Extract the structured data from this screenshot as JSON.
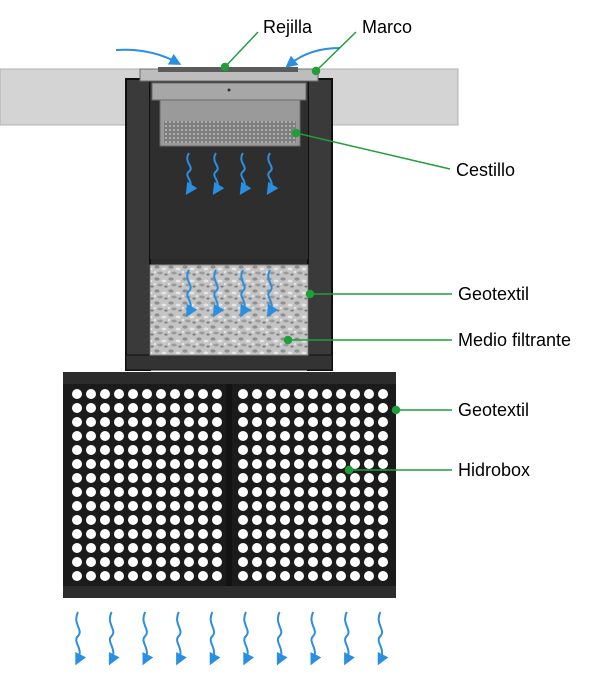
{
  "diagram": {
    "labels": {
      "rejilla": "Rejilla",
      "marco": "Marco",
      "cestillo": "Cestillo",
      "geotextil_upper": "Geotextil",
      "medio_filtrante": "Medio filtrante",
      "geotextil_lower": "Geotextil",
      "hidrobox": "Hidrobox"
    },
    "colors": {
      "pavement": "#d4d4d4",
      "chamber": "#2e2e2e",
      "chamber_edge": "#111111",
      "grate": "#c8c8c8",
      "basket": "#a9a9a9",
      "gravel": "#b9b9b9",
      "hidrobox": "#1a1a1a",
      "hole": "#ffffff",
      "water_arrow": "#2a8fe0",
      "leader_line": "#1f9e3a"
    }
  }
}
